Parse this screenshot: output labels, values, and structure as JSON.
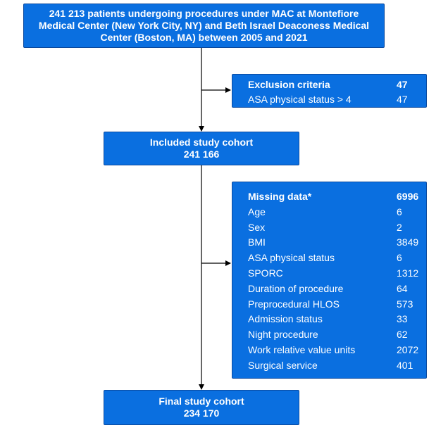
{
  "top_box": {
    "text_lines": [
      "241 213 patients undergoing procedures under MAC at Montefiore",
      "Medical Center (New York City, NY) and Beth Israel Deaconess Medical",
      "Center (Boston, MA) between 2005 and 2021"
    ]
  },
  "exclusion": {
    "title": "Exclusion criteria",
    "total": "47",
    "items": [
      {
        "label": "ASA physical status > 4",
        "value": "47"
      }
    ]
  },
  "included": {
    "title": "Included study cohort",
    "count": "241 166"
  },
  "missing": {
    "title": "Missing data*",
    "total": "6996",
    "items": [
      {
        "label": "Age",
        "value": "6"
      },
      {
        "label": "Sex",
        "value": "2"
      },
      {
        "label": "BMI",
        "value": "3849"
      },
      {
        "label": "ASA physical status",
        "value": "6"
      },
      {
        "label": "SPORC",
        "value": "1312"
      },
      {
        "label": "Duration of procedure",
        "value": "64"
      },
      {
        "label": "Preprocedural HLOS",
        "value": "573"
      },
      {
        "label": "Admission status",
        "value": "33"
      },
      {
        "label": "Night procedure",
        "value": "62"
      },
      {
        "label": "Work relative value units",
        "value": "2072"
      },
      {
        "label": "Surgical service",
        "value": "401"
      }
    ]
  },
  "final": {
    "title": "Final study cohort",
    "count": "234 170"
  },
  "colors": {
    "box_fill": "#0a6fe0",
    "box_border": "#0a4aa0",
    "text": "#ffffff",
    "connector": "#000000"
  }
}
